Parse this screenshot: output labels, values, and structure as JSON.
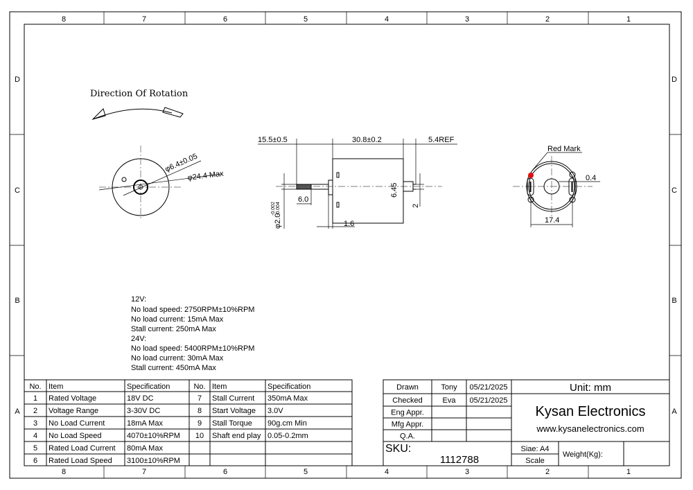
{
  "zones": {
    "columns": [
      "8",
      "7",
      "6",
      "5",
      "4",
      "3",
      "2",
      "1"
    ],
    "rows": [
      "D",
      "C",
      "B",
      "A"
    ]
  },
  "rotation_label": "Direction Of Rotation",
  "front_view": {
    "inner_dia": "φ6.4±0.05",
    "outer_dia": "φ24.4 Max"
  },
  "side_view": {
    "shaft_length": "15.5±0.5",
    "body_length": "30.8±0.2",
    "rear_ref": "5.4REF",
    "knurl_length": "6.0",
    "shaft_dia": "φ2.0",
    "shaft_tol_upper": "-0.002",
    "shaft_tol_lower": "-0.004",
    "flange_thickness": "1.6",
    "bushing_dia": "6.45",
    "terminal_offset": "2"
  },
  "rear_view": {
    "red_mark": "Red Mark",
    "terminal_width": "0.4",
    "terminal_spacing": "17.4",
    "red_mark_color": "#e01010"
  },
  "notes": [
    "12V:",
    "No load speed: 2750RPM±10%RPM",
    "No load current: 15mA Max",
    "Stall current: 250mA Max",
    "24V:",
    "No load speed: 5400RPM±10%RPM",
    "No load current: 30mA Max",
    "Stall current: 450mA Max"
  ],
  "spec_table": {
    "headers": [
      "No.",
      "Item",
      "Specification",
      "No.",
      "Item",
      "Specification"
    ],
    "rows": [
      [
        "1",
        "Rated Voltage",
        "18V DC",
        "7",
        "Stall Current",
        "350mA Max"
      ],
      [
        "2",
        "Voltage Range",
        "3-30V DC",
        "8",
        "Start Voltage",
        "3.0V"
      ],
      [
        "3",
        "No Load Current",
        "18mA Max",
        "9",
        "Stall Torque",
        "90g.cm Min"
      ],
      [
        "4",
        "No Load Speed",
        "4070±10%RPM",
        "10",
        "Shaft end play",
        "0.05-0.2mm"
      ],
      [
        "5",
        "Rated Load Current",
        "80mA Max",
        "",
        "",
        " "
      ],
      [
        "6",
        "Rated Load Speed",
        "3100±10%RPM",
        "",
        "",
        ""
      ]
    ]
  },
  "title_block": {
    "approvals": [
      {
        "role": "Drawn",
        "name": "Tony",
        "date": "05/21/2025"
      },
      {
        "role": "Checked",
        "name": "Eva",
        "date": "05/21/2025"
      },
      {
        "role": "Eng Appr.",
        "name": "",
        "date": ""
      },
      {
        "role": "Mfg Appr.",
        "name": "",
        "date": ""
      },
      {
        "role": "Q.A.",
        "name": "",
        "date": ""
      }
    ],
    "unit": "Unit: mm",
    "company": "Kysan Electronics",
    "website": "www.kysanelectronics.com",
    "sku_label": "SKU:",
    "sku": "1112788",
    "size": "Siae: A4",
    "scale": "Scale",
    "weight": "Weight(Kg):"
  }
}
